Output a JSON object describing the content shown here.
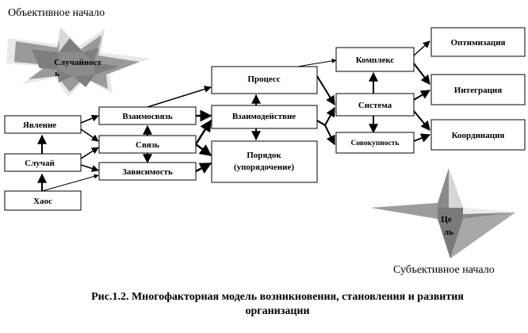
{
  "top_left_label": "Объективное начало",
  "bottom_right_label": "Субъективное начало",
  "star_left_text": [
    "Случайност",
    "ь"
  ],
  "star_right_text": [
    "Це",
    "ль"
  ],
  "nodes": {
    "haos": "Хаос",
    "sluchai": "Случай",
    "yavlenie": "Явление",
    "vzaimosvyaz": "Взаимосвязь",
    "svyaz": "Связь",
    "zavisimost": "Зависимость",
    "process": "Процесс",
    "vzaimodeistvie": "Взаимодействие",
    "poryadok": [
      "Порядок",
      "(упорядочение)"
    ],
    "kompleks": "Комплекс",
    "sistema": "Система",
    "sovokupnost": "Совокупность",
    "optimizaciya": "Оптимизация",
    "integraciya": "Интеграция",
    "koordinaciya": "Координация"
  },
  "caption": [
    "Рис.1.2.  Многофакторная модель возникновения, становления и развития",
    "организации"
  ]
}
